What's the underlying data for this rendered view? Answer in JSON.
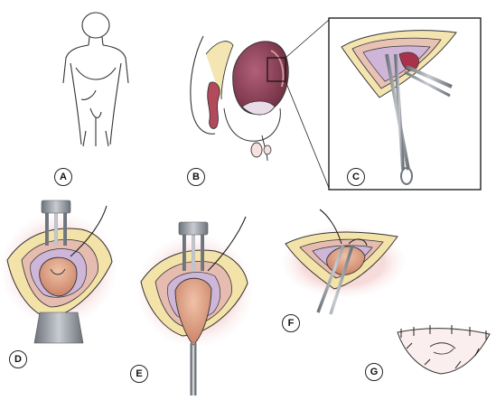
{
  "panels": [
    {
      "id": "A",
      "label": "A"
    },
    {
      "id": "B",
      "label": "B"
    },
    {
      "id": "C",
      "label": "C"
    },
    {
      "id": "D",
      "label": "D"
    },
    {
      "id": "E",
      "label": "E"
    },
    {
      "id": "F",
      "label": "F"
    },
    {
      "id": "G",
      "label": "G"
    }
  ],
  "colors": {
    "outline": "#2a2a2a",
    "fat": "#efe0a0",
    "muscle": "#e8b8a8",
    "bladder": "#d8947e",
    "bladder_dark": "#7a3848",
    "peritoneum": "#c9b4d8",
    "instrument": "#8a8f96",
    "skin": "#fbf1ee"
  }
}
